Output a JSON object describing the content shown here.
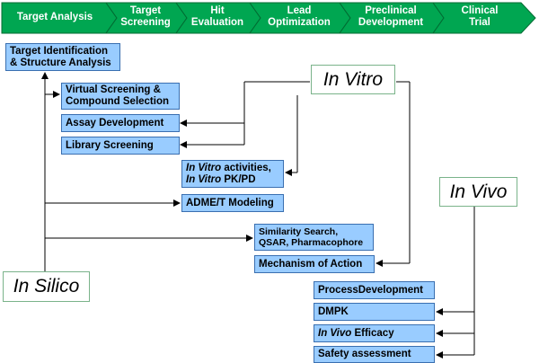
{
  "pipeline": {
    "stages": [
      {
        "key": "target-analysis",
        "label": "Target Analysis"
      },
      {
        "key": "target-screening",
        "label": "Target\nScreening"
      },
      {
        "key": "hit-evaluation",
        "label": "Hit\nEvaluation"
      },
      {
        "key": "lead-optimization",
        "label": "Lead\nOptimization"
      },
      {
        "key": "preclinical-development",
        "label": "Preclinical\nDevelopment"
      },
      {
        "key": "clinical-trial",
        "label": "Clinical\nTrial"
      }
    ]
  },
  "labels": {
    "in_silico": "In Silico",
    "in_vitro": "In Vitro",
    "in_vivo": "In Vivo"
  },
  "boxes": {
    "target_identification": "Target Identification\n& Structure Analysis",
    "virtual_screening": "Virtual Screening &\nCompound Selection",
    "assay_development": "Assay Development",
    "library_screening": "Library Screening",
    "in_vitro_activities": {
      "italic": "In Vitro",
      "rest": " activities,"
    },
    "in_vitro_pkpd": {
      "italic": "In Vitro",
      "rest": " PK/PD"
    },
    "adme_t_modeling": "ADME/T Modeling",
    "similarity_search": "Similarity Search,\nQSAR, Pharmacophore",
    "mechanism_of_action": "Mechanism of Action",
    "process_development": "ProcessDevelopment",
    "dmpk": "DMPK",
    "in_vivo_efficacy": {
      "italic": "In Vivo",
      "rest": " Efficacy"
    },
    "safety_assessment": "Safety assessment"
  },
  "colors": {
    "pipeline_fill": "#00a651",
    "pipeline_stroke": "#006b32",
    "box_fill": "#99ccff",
    "box_border": "#3a6fb0",
    "connector": "#000000"
  }
}
